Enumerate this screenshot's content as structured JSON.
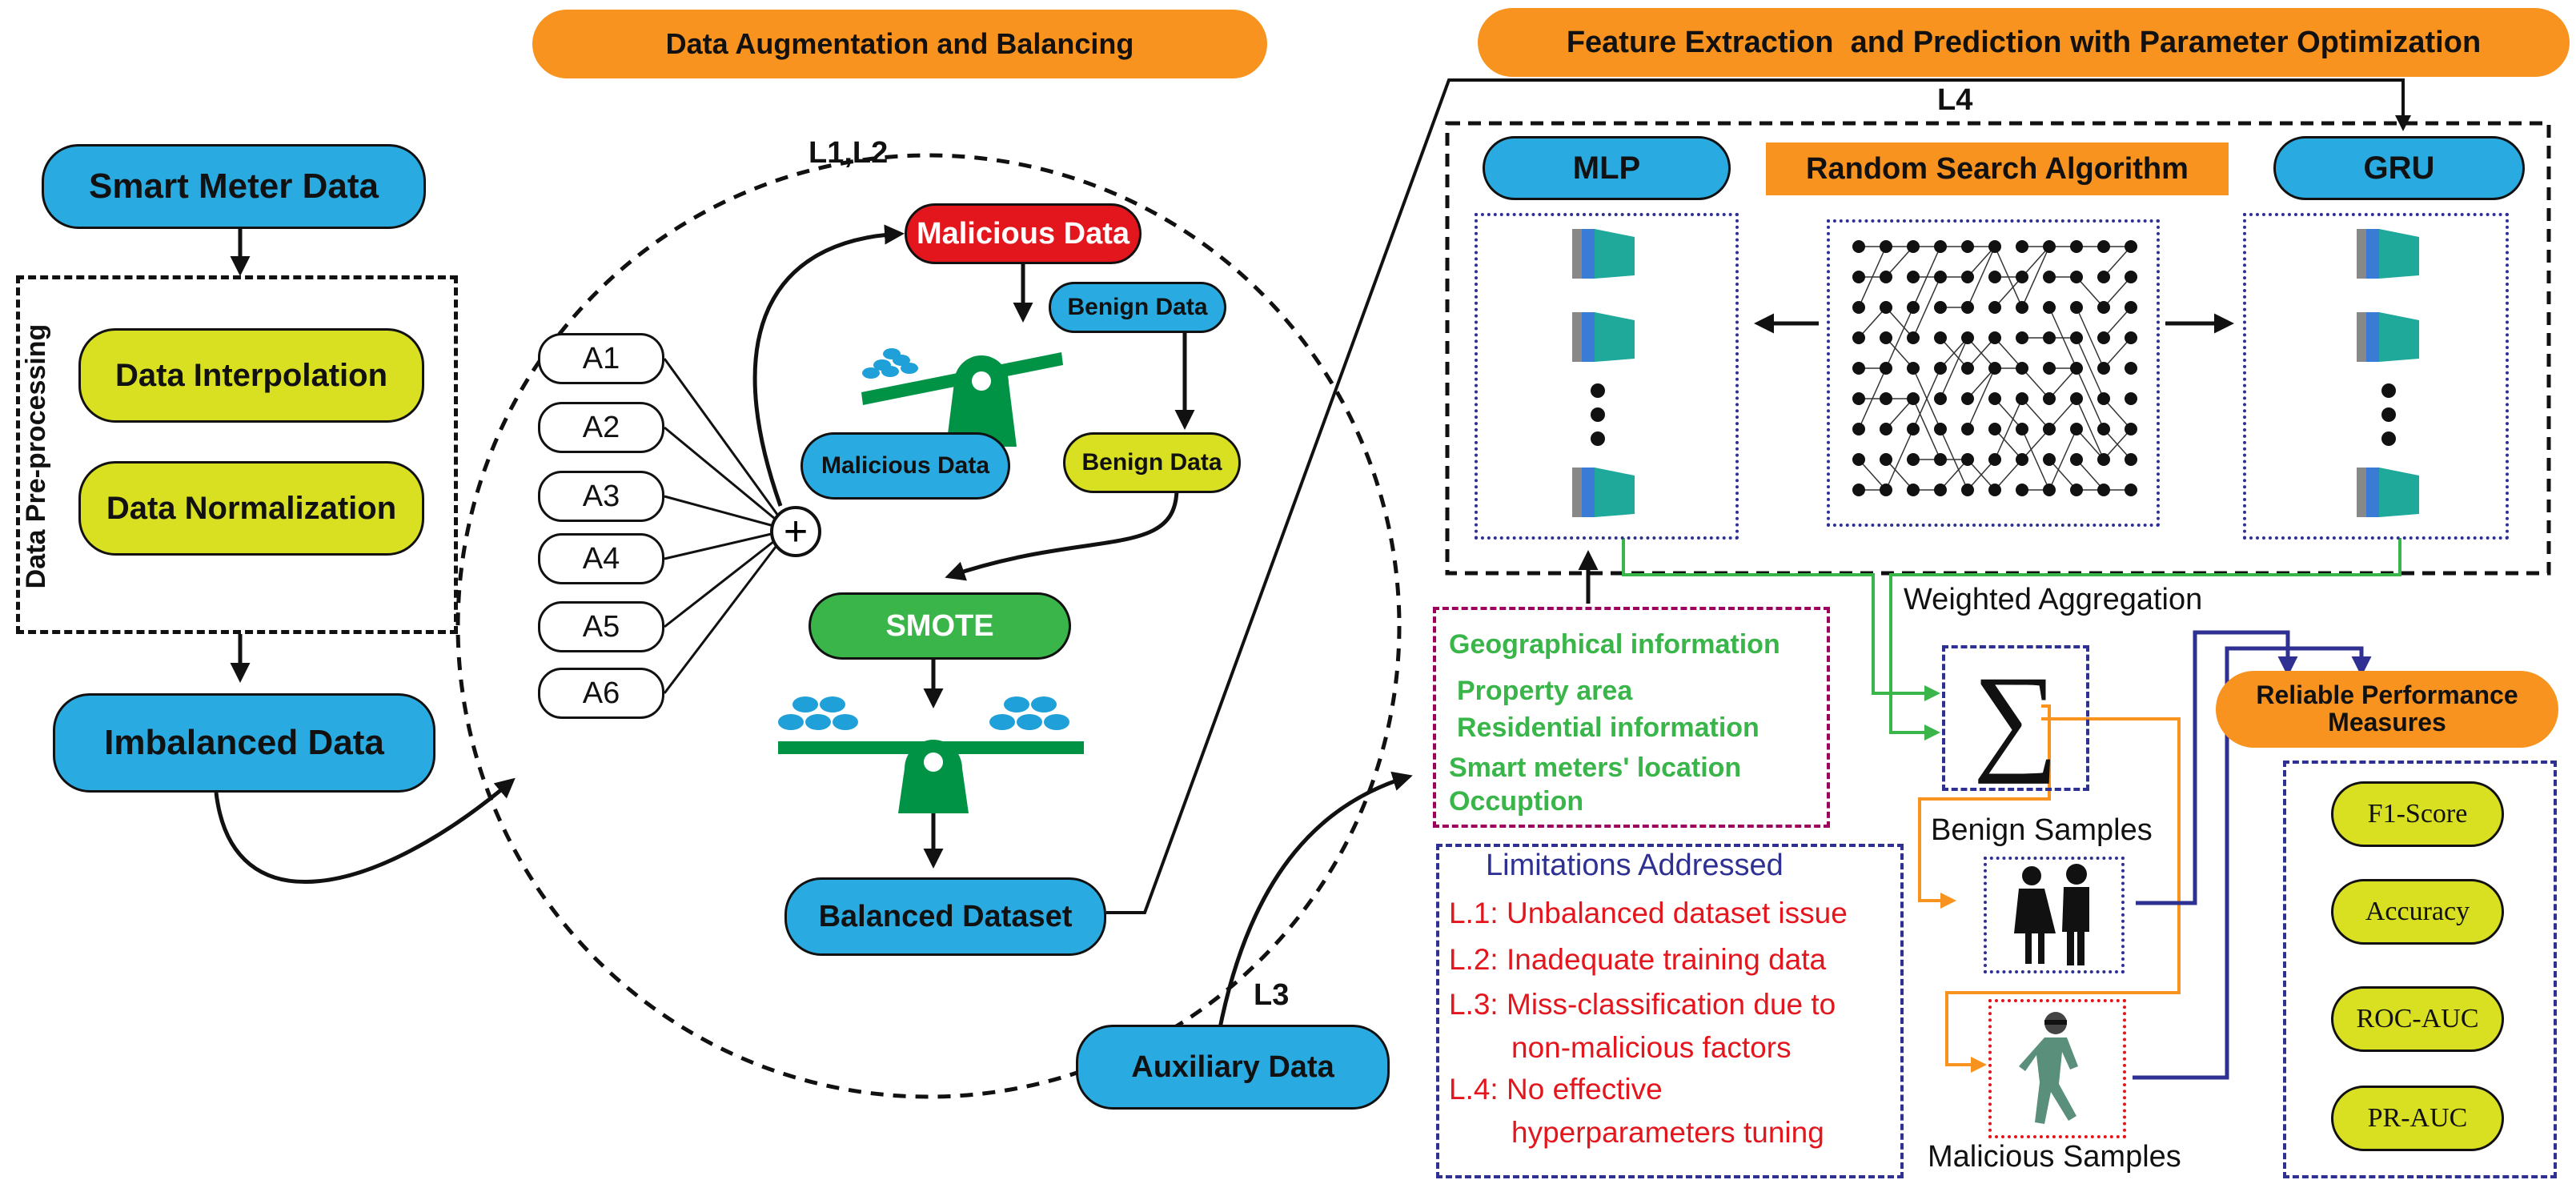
{
  "titles": {
    "augmentation": "Data Augmentation and Balancing",
    "feature": "Feature Extraction  and Prediction with Parameter Optimization"
  },
  "left": {
    "smart_meter": "Smart Meter Data",
    "preprocessing_label": "Data Pre-processing",
    "interpolation": "Data Interpolation",
    "normalization": "Data Normalization",
    "imbalanced": "Imbalanced Data"
  },
  "circle": {
    "label": "L1,L2",
    "attacks": [
      "A1",
      "A2",
      "A3",
      "A4",
      "A5",
      "A6"
    ],
    "plus": "+",
    "malicious_top": "Malicious Data",
    "benign_top": "Benign Data",
    "malicious_low": "Malicious Data",
    "benign_low": "Benign Data",
    "smote": "SMOTE",
    "balanced": "Balanced Dataset"
  },
  "models": {
    "l4": "L4",
    "mlp": "MLP",
    "random_search": "Random Search Algorithm",
    "gru": "GRU",
    "weighted": "Weighted Aggregation",
    "sigma": "∑"
  },
  "auxiliary": {
    "items": [
      "Geographical information",
      "Property area",
      "Residential information",
      "Smart meters' location",
      "Occuption"
    ],
    "l3": "L3",
    "label": "Auxiliary Data"
  },
  "limitations": {
    "title": "Limitations Addressed",
    "lines": [
      "L.1:  Unbalanced dataset issue",
      "L.2: Inadequate training data",
      "L.3: Miss-classification due to",
      "non-malicious factors",
      "L.4: No effective",
      "hyperparameters tuning"
    ]
  },
  "samples": {
    "benign": "Benign Samples",
    "malicious": "Malicious Samples"
  },
  "measures": {
    "title": "Reliable Performance Measures",
    "items": [
      "F1-Score",
      "Accuracy",
      "ROC-AUC",
      "PR-AUC"
    ]
  },
  "colors": {
    "blue": "#29abe2",
    "yellow": "#d9e021",
    "orange": "#f7931e",
    "red": "#e3161d",
    "green": "#39b54a",
    "teal": "#1fa99a",
    "navy": "#2e3192"
  }
}
